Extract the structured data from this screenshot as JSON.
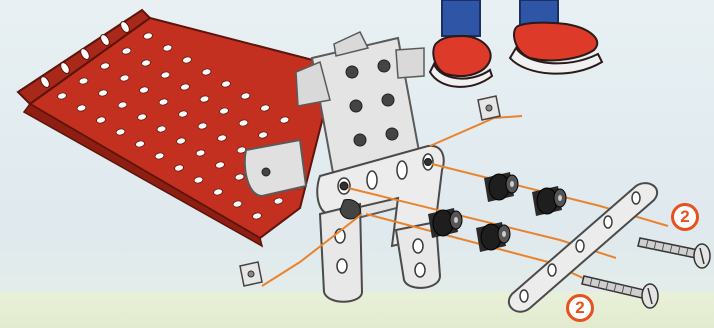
{
  "figure": {
    "callouts": [
      {
        "id": "badge-top",
        "label": "2"
      },
      {
        "id": "badge-bottom",
        "label": "2"
      }
    ],
    "parts": [
      "red-perforated-plate",
      "silver-flat-plate",
      "silver-angle-bracket",
      "black-spacers",
      "long-screws",
      "square-nuts",
      "perforated-strip"
    ],
    "colors": {
      "plate_red": "#c4301f",
      "plate_red_dark": "#8e1d12",
      "metal": "#e4e4e4",
      "metal_dark": "#9a9a9a",
      "spacer": "#2a2a2a",
      "guide_line": "#e8832e",
      "badge": "#e8501e"
    }
  }
}
